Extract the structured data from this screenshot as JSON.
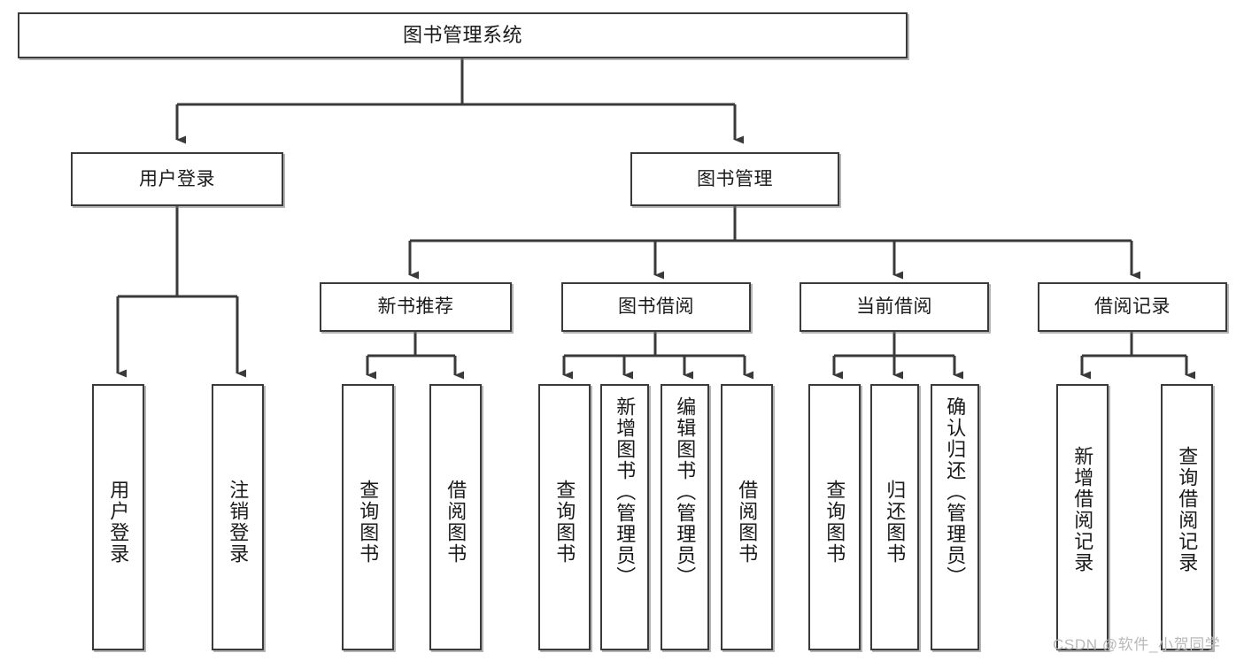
{
  "diagram": {
    "title": "图书管理系统",
    "type": "tree-hierarchy",
    "root": {
      "label": "图书管理系统"
    },
    "level2": [
      {
        "id": "user-login",
        "label": "用户登录"
      },
      {
        "id": "book-mgmt",
        "label": "图书管理"
      }
    ],
    "level3": [
      {
        "id": "new-book-rec",
        "label": "新书推荐",
        "parent": "book-mgmt"
      },
      {
        "id": "book-borrow",
        "label": "图书借阅",
        "parent": "book-mgmt"
      },
      {
        "id": "current-borrow",
        "label": "当前借阅",
        "parent": "book-mgmt"
      },
      {
        "id": "borrow-record",
        "label": "借阅记录",
        "parent": "book-mgmt"
      }
    ],
    "leaves": [
      {
        "id": "leaf-user-login",
        "label": "用户登录",
        "parent": "user-login"
      },
      {
        "id": "leaf-logout",
        "label": "注销登录",
        "parent": "user-login"
      },
      {
        "id": "leaf-query-book-1",
        "label": "查询图书",
        "parent": "new-book-rec"
      },
      {
        "id": "leaf-borrow-book-1",
        "label": "借阅图书",
        "parent": "new-book-rec"
      },
      {
        "id": "leaf-query-book-2",
        "label": "查询图书",
        "parent": "book-borrow"
      },
      {
        "id": "leaf-add-book",
        "label": "新增图书（管理员）",
        "parent": "book-borrow"
      },
      {
        "id": "leaf-edit-book",
        "label": "编辑图书（管理员）",
        "parent": "book-borrow"
      },
      {
        "id": "leaf-borrow-book-2",
        "label": "借阅图书",
        "parent": "book-borrow"
      },
      {
        "id": "leaf-query-book-3",
        "label": "查询图书",
        "parent": "current-borrow"
      },
      {
        "id": "leaf-return-book",
        "label": "归还图书",
        "parent": "current-borrow"
      },
      {
        "id": "leaf-confirm-return",
        "label": "确认归还（管理员）",
        "parent": "current-borrow"
      },
      {
        "id": "leaf-add-record",
        "label": "新增借阅记录",
        "parent": "borrow-record"
      },
      {
        "id": "leaf-query-record",
        "label": "查询借阅记录",
        "parent": "borrow-record"
      }
    ]
  },
  "watermark": {
    "text": "CSDN @软件_小贺同学"
  },
  "colors": {
    "border": "#3a3a3a",
    "background": "#ffffff",
    "text": "#1a1a1a",
    "watermark": "#b9b9b9"
  }
}
